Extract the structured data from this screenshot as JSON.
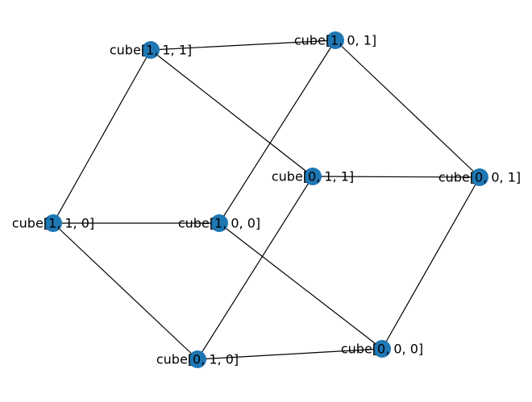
{
  "graph": {
    "node_color": "#1f77b4",
    "edge_color": "#000000",
    "nodes": [
      {
        "id": "111",
        "label": "cube[1, 1, 1]"
      },
      {
        "id": "101",
        "label": "cube[1, 0, 1]"
      },
      {
        "id": "011",
        "label": "cube[0, 1, 1]"
      },
      {
        "id": "001",
        "label": "cube[0, 0, 1]"
      },
      {
        "id": "110",
        "label": "cube[1, 1, 0]"
      },
      {
        "id": "100",
        "label": "cube[1, 0, 0]"
      },
      {
        "id": "010",
        "label": "cube[0, 1, 0]"
      },
      {
        "id": "000",
        "label": "cube[0, 0, 0]"
      }
    ],
    "edges": [
      [
        "111",
        "101"
      ],
      [
        "111",
        "011"
      ],
      [
        "111",
        "110"
      ],
      [
        "101",
        "001"
      ],
      [
        "101",
        "100"
      ],
      [
        "011",
        "001"
      ],
      [
        "011",
        "010"
      ],
      [
        "001",
        "000"
      ],
      [
        "110",
        "100"
      ],
      [
        "110",
        "010"
      ],
      [
        "100",
        "000"
      ],
      [
        "010",
        "000"
      ]
    ]
  }
}
